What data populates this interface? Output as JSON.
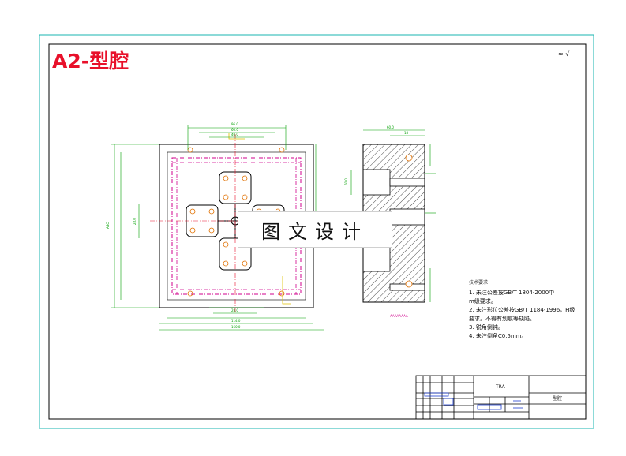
{
  "drawing": {
    "title_label": "A2-型腔",
    "watermark": "图文设计",
    "corner_mark": "≈ √",
    "tech_notes": {
      "heading": "技术要求",
      "items": [
        "1. 未注公差按GB/T 1804-2000中",
        "   m级要求。",
        "2. 未注形位公差按GB/T 1184-1996，H级",
        "   要求。不得有划痕等缺陷。",
        "3. 锐角倒钝。",
        "4. 未注倒角C0.5mm。"
      ]
    },
    "title_block": {
      "part_name": "型腔",
      "code": "TRA"
    }
  },
  "colors": {
    "frame": "#1ab5b0",
    "title": "#e8102a",
    "outline": "#000000",
    "dimension": "#00a000",
    "centerline": "#d0008c",
    "hole": "#e07000"
  }
}
